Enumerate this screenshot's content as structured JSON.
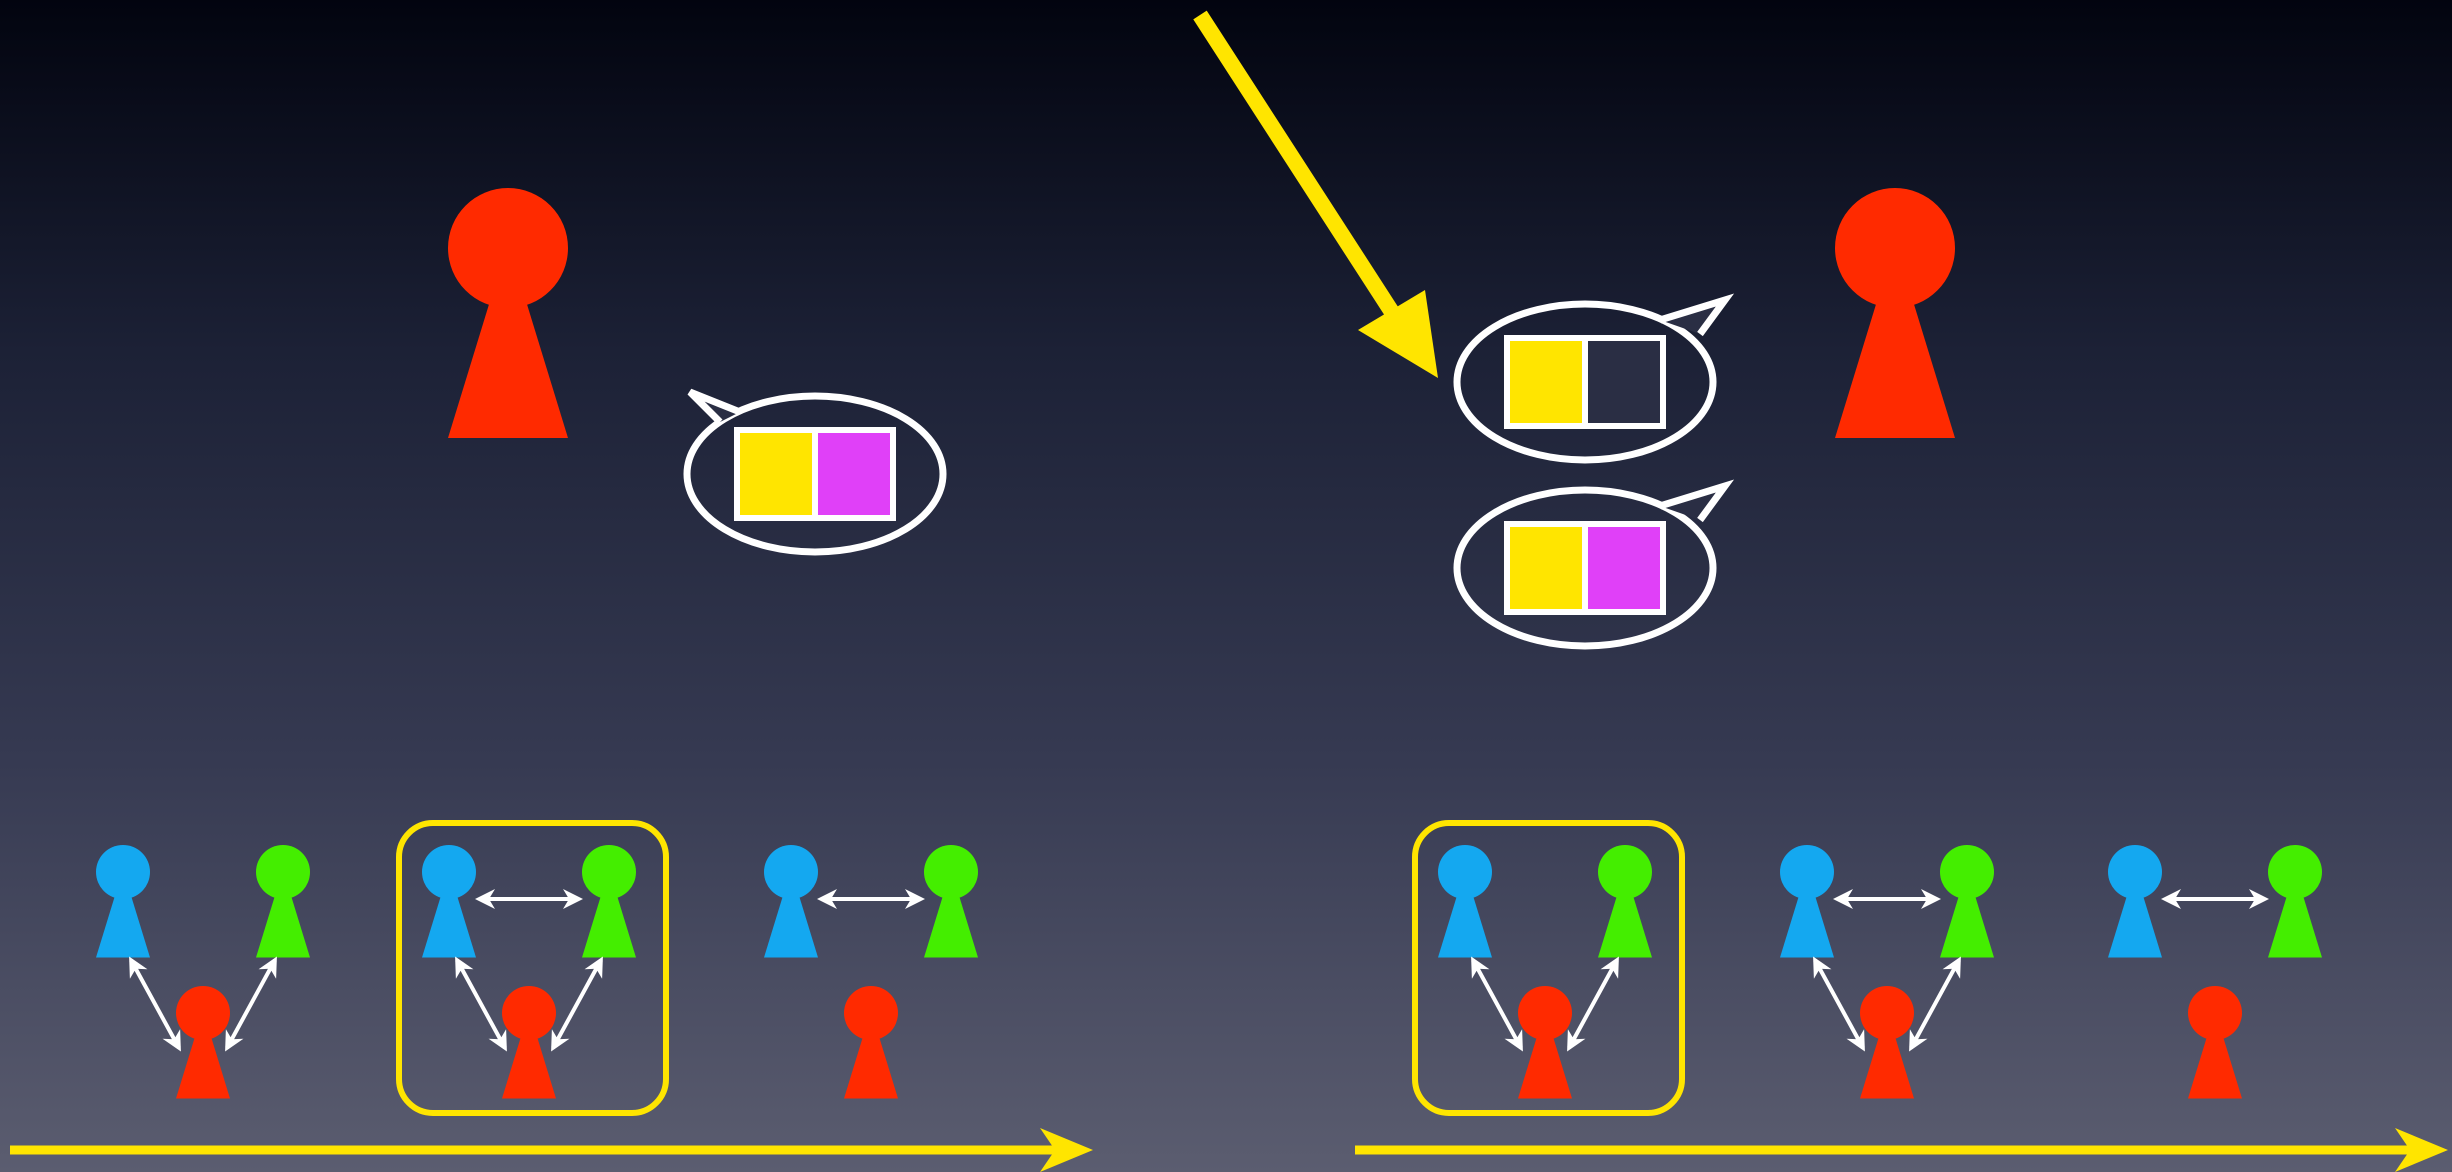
{
  "colors": {
    "red": "#ff2a00",
    "blue": "#14a8f0",
    "green": "#44ee00",
    "yellow": "#ffe500",
    "magenta": "#e040f8",
    "white": "#ffffff",
    "empty_cell": "#2a2e44"
  },
  "icons": [
    "person-icon",
    "speech-bubble-icon",
    "double-arrow-icon",
    "pointer-arrow-icon",
    "timeline-arrow-icon"
  ],
  "panels": [
    {
      "id": "left",
      "main_person": "red",
      "bubbles": [
        {
          "cells": [
            "yellow",
            "magenta"
          ],
          "tail": "left"
        }
      ],
      "groups": [
        {
          "people": [
            "blue",
            "green",
            "red"
          ],
          "links": [
            "blue-red",
            "green-red"
          ],
          "highlighted": false
        },
        {
          "people": [
            "blue",
            "green",
            "red"
          ],
          "links": [
            "blue-green",
            "blue-red",
            "green-red"
          ],
          "highlighted": true
        },
        {
          "people": [
            "blue",
            "green",
            "red"
          ],
          "links": [
            "blue-green"
          ],
          "highlighted": false
        }
      ]
    },
    {
      "id": "right",
      "main_person": "red",
      "pointer_arrow": true,
      "bubbles": [
        {
          "cells": [
            "yellow",
            "empty"
          ],
          "tail": "right"
        },
        {
          "cells": [
            "yellow",
            "magenta"
          ],
          "tail": "right"
        }
      ],
      "groups": [
        {
          "people": [
            "blue",
            "green",
            "red"
          ],
          "links": [
            "blue-red",
            "green-red"
          ],
          "highlighted": true
        },
        {
          "people": [
            "blue",
            "green",
            "red"
          ],
          "links": [
            "blue-green",
            "blue-red",
            "green-red"
          ],
          "highlighted": false
        },
        {
          "people": [
            "blue",
            "green",
            "red"
          ],
          "links": [
            "blue-green"
          ],
          "highlighted": false
        }
      ]
    }
  ]
}
